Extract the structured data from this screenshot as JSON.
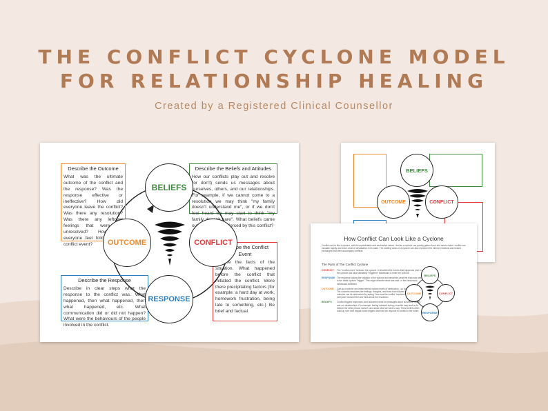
{
  "header": {
    "title_line1": "THE CONFLICT CYCLONE MODEL",
    "title_line2": "FOR RELATIONSHIP HEALING",
    "subtitle": "Created by a Registered Clinical Counsellor"
  },
  "colors": {
    "background": "#f3e9e2",
    "title": "#b07a55",
    "beliefs": "#3f8a3f",
    "outcome": "#ef8a2c",
    "conflict": "#e33b3b",
    "response": "#2f7fbf"
  },
  "main_sheet": {
    "circles": {
      "beliefs": "BELIEFS",
      "outcome": "OUTCOME",
      "conflict": "CONFLICT",
      "response": "RESPONSE"
    },
    "outcome_box": {
      "title": "Describe the Outcome",
      "text": "What was the ultimate outcome of the conflict and the response? Was the response effective or ineffective? How did everyone leave the conflict? Was there any resolution? Was there any leftover feelings that were left unresolved? How did everyone feel following the conflict event?"
    },
    "beliefs_box": {
      "title": "Describe the Beliefs and Attitudes",
      "text": "How our conflicts play out and resolve (or don't) sends us messages about ourselves, others, and our relationships. For example, if we cannot come to a resolution we may think \"my family doesn't understand me\", or if we don't feel heard we may start to think \"my family doesn't care\". What beliefs came out of or were reinforced by this conflict?"
    },
    "response_box": {
      "title": "Describe the Response",
      "text": "Describe in clear steps what the response to the conflict was. What happened, then what happened, then what happened, etc. What communication did or did not happen? What were the behaviours of the people involved in the conflict."
    },
    "conflict_box": {
      "title": "Describe the Conflict Event",
      "text": "Explore the facts of the situation. What happened before the conflict that initiated the conflict. Were there precipitating factors (for example: a hard day at work, homework frustration, being late to something, etc.) Be brief and factual."
    }
  },
  "back_sheet": {
    "circles": {
      "beliefs": "BELIEFS",
      "outcome": "OUTCOME",
      "conflict": "CONFLICT"
    }
  },
  "front_sheet": {
    "title": "How Conflict Can Look Like a Cyclone",
    "intro": "Conflict can be like a cyclone, with its unpredictable and destructive nature. Just as a cyclone can quickly gather force and cause chaos, conflict can escalate rapidly and leave a trail of devastation in its wake. The swirling winds of a cyclone can also represent the intense emotions and heated exchanges that often accompany conflicts.",
    "parts_heading": "The Parts of The Conflict Cyclone",
    "parts": [
      {
        "label": "CONFLICT",
        "text": "The \"conflict event\" between the cyclone. It describes the events that happened prior to the cyclone and what ultimately \"triggered\" individuals to enter the cyclone."
      },
      {
        "label": "RESPONSE",
        "text": "The response follows the initiation of the cyclone and describes what the response was to the initial cyclone \"trigger\". This might describe what was said, or the behaviours individuals exhibited."
      },
      {
        "label": "OUTCOME",
        "text": "Just as a cyclone can leave behind various levels of destruction - so too can conflicts. The outcome describes the feelings, thoughts, and fears that followed the conflict. The outcome can be determined by asking \"how was the conflict 'resolved?'\" and how did everyone involved feel and think about the resolution."
      },
      {
        "label": "BELIEFS",
        "text": "Conflict triggers responses, and outcomes send us messages about ourselves, others, and our relationships. For example, feeling unheard during a conflict may lead us to believe the other person doesn't care about what we have to say. These beliefs often build up over time impact future triggers and how we respond to conflict in the future."
      }
    ],
    "mini_circles": {
      "beliefs": "BELIEFS",
      "outcome": "OUTCOME",
      "conflict": "CONFLICT",
      "response": "RESPONSE"
    }
  }
}
